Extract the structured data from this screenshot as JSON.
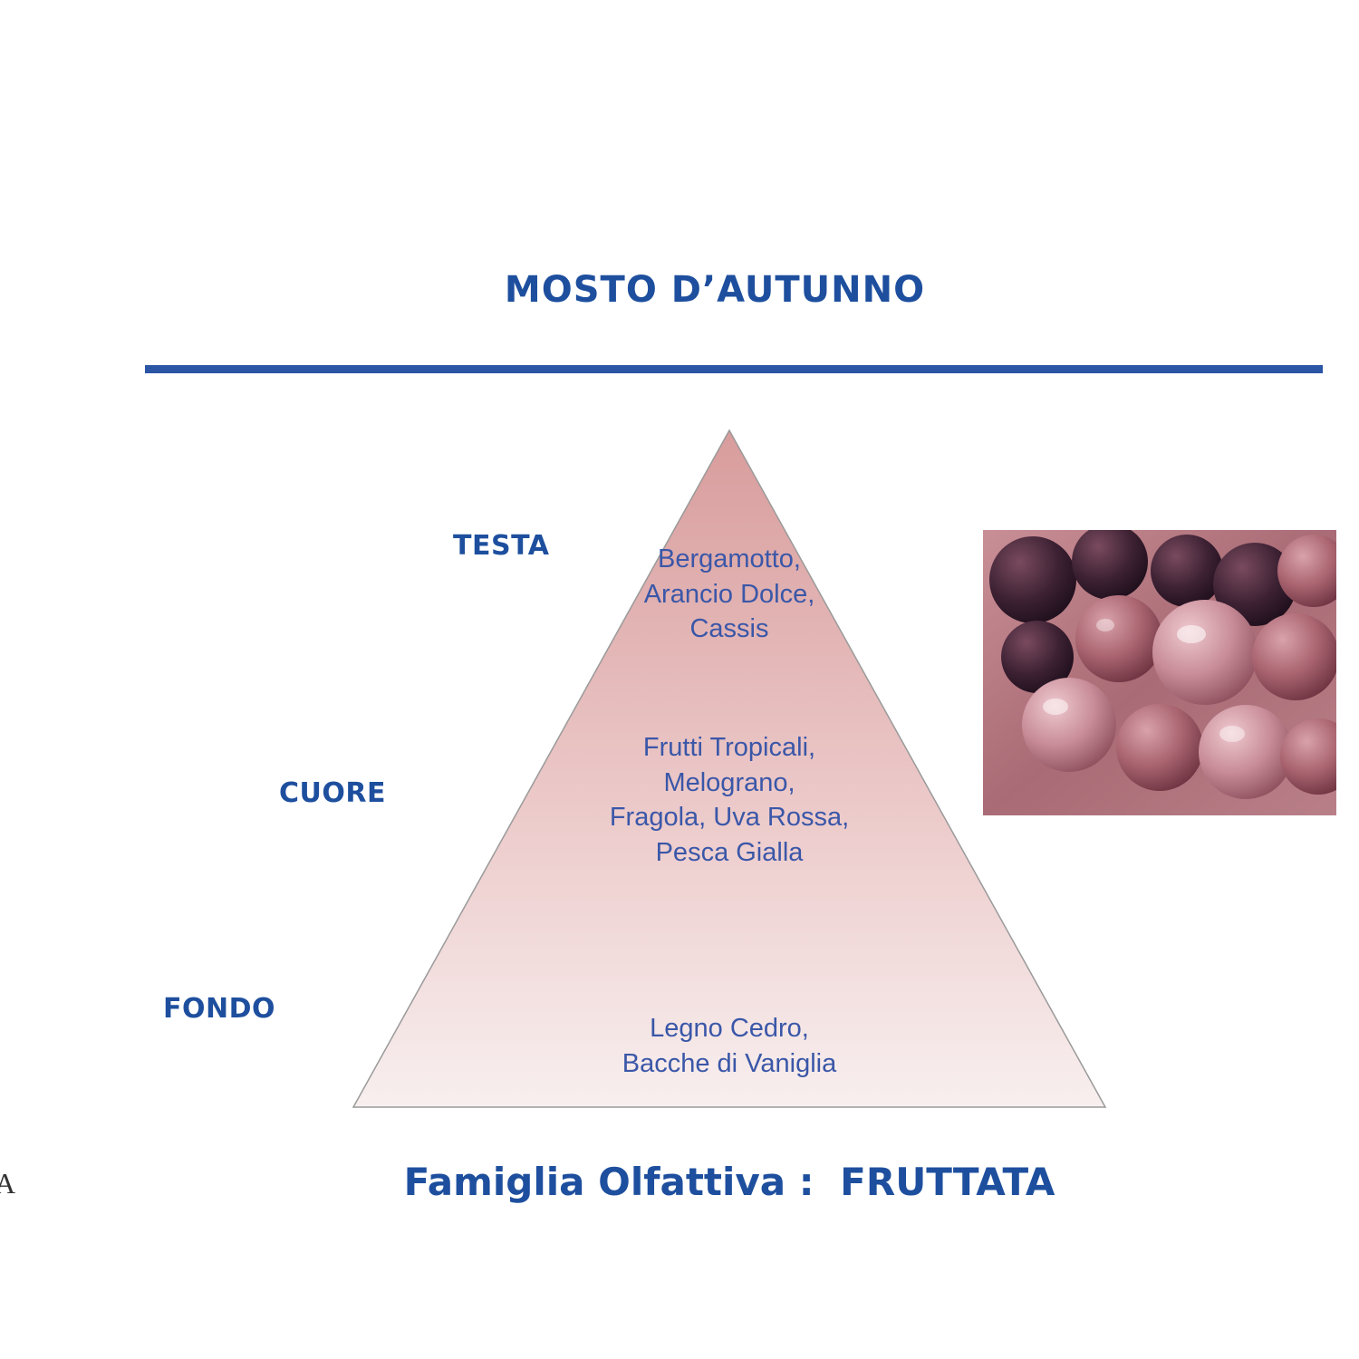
{
  "title": "MOSTO D’AUTUNNO",
  "pyramid": {
    "levels": [
      {
        "id": "testa",
        "label": "TESTA",
        "notes": "Bergamotto,\nArancio Dolce,\nCassis"
      },
      {
        "id": "cuore",
        "label": "CUORE",
        "notes": "Frutti Tropicali,\nMelograno,\nFragola, Uva Rossa,\nPesca Gialla"
      },
      {
        "id": "fondo",
        "label": "FONDO",
        "notes": "Legno Cedro,\nBacche di Vaniglia"
      }
    ]
  },
  "footer": {
    "label": "Famiglia Olfattiva :",
    "value": "FRUTTATA"
  },
  "stray_letter": "A",
  "image": {
    "name": "red-grapes-photo"
  },
  "colors": {
    "accent_blue": "#1e4f9e",
    "notes_blue": "#3a57a8",
    "divider_blue": "#2b55a5",
    "pyramid_top": "#d89c9c",
    "pyramid_bottom": "#f8efef"
  }
}
